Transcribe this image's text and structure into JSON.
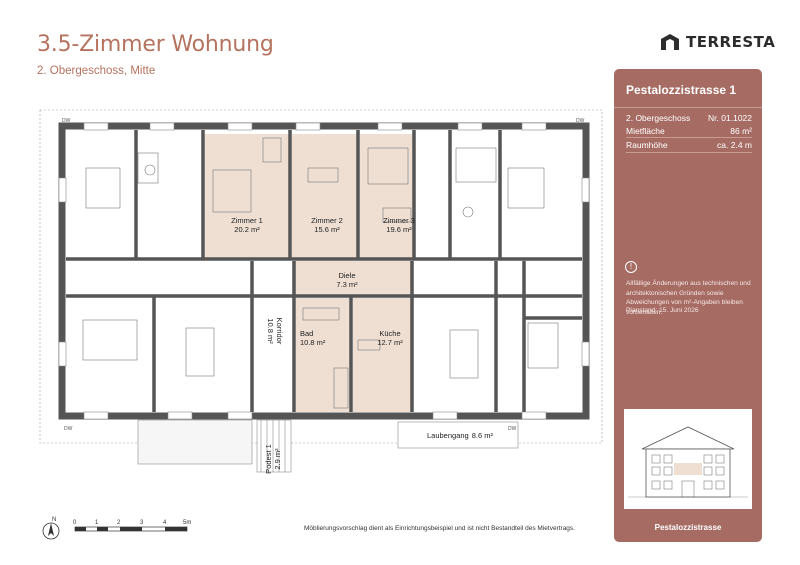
{
  "header": {
    "title": "3.5-Zimmer Wohnung",
    "subtitle": "2. Obergeschoss, Mitte",
    "brand": "TERRESTA"
  },
  "panel": {
    "address": "Pestalozzistrasse 1",
    "floor": "2. Obergeschoss",
    "number": "Nr. 01.1022",
    "rows": [
      {
        "label": "Mietfläche",
        "value": "86 m²"
      },
      {
        "label": "Raumhöhe",
        "value": "ca. 2.4 m"
      }
    ],
    "disclaimer": "Allfällige Änderungen aus technischen und architektonischen Gründen sowie Abweichungen von m²-Angaben bleiben vorbehalten.",
    "planstand": "Planstand: 15. Juni 2026",
    "thumbnail_label": "Pestalozzistrasse",
    "accent": "#a66c63"
  },
  "rooms": [
    {
      "name": "Zimmer 1",
      "area": "20.2 m²"
    },
    {
      "name": "Zimmer 2",
      "area": "15.6 m²"
    },
    {
      "name": "Zimmer 3",
      "area": "19.6 m²"
    },
    {
      "name": "Diele",
      "area": "7.3 m²"
    },
    {
      "name": "Bad",
      "area": "10.8 m²"
    },
    {
      "name": "Küche",
      "area": "12.7 m²"
    },
    {
      "name": "Korridor",
      "area": "10.8 m²"
    },
    {
      "name": "Podest 1",
      "area": "2.9 m²"
    },
    {
      "name": "Laubengang",
      "area": "8.6 m²"
    }
  ],
  "plan_marks": {
    "window_tag": "DW"
  },
  "scale": {
    "ticks": [
      "0",
      "1",
      "2",
      "3",
      "4",
      "5m"
    ],
    "north": "N"
  },
  "footnote": "Möblierungsvorschlag dient als Einrichtungsbeispiel und ist nicht Bestandteil des Mietvertrags.",
  "colors": {
    "unit_fill": "#efdfd3",
    "wall": "#555555",
    "title": "#b5735f"
  }
}
